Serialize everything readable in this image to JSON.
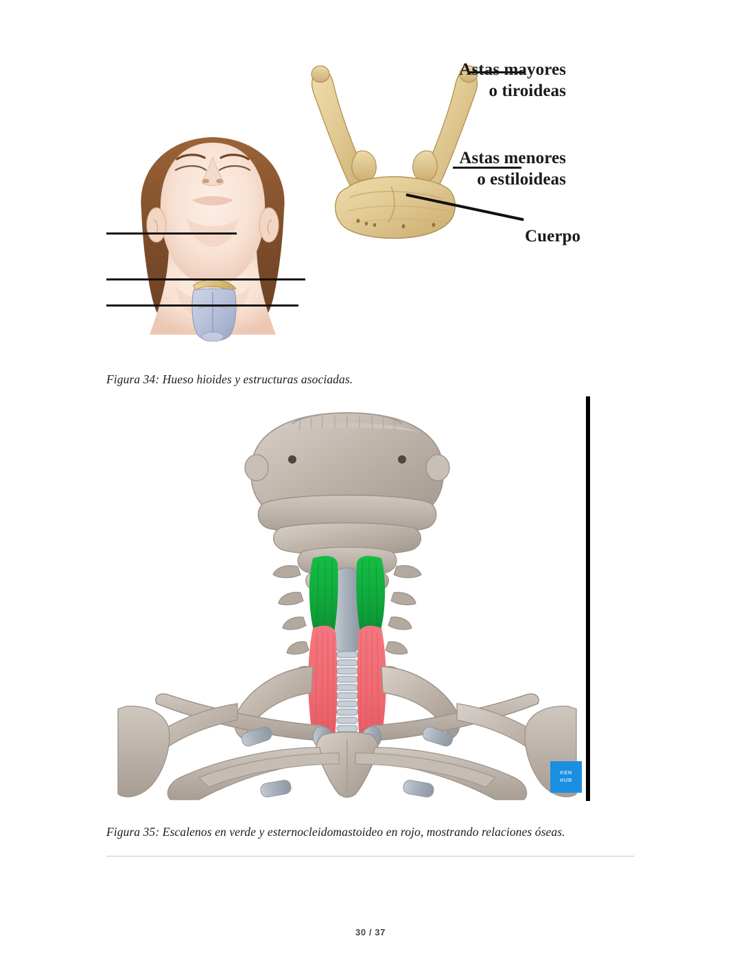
{
  "page": {
    "footer_label": "30 / 37",
    "background_color": "#ffffff"
  },
  "figure34": {
    "caption": "Figura 34: Hueso hioides y estructuras asociadas.",
    "labels": [
      {
        "id": "astas-mayores",
        "text": "Astas mayores\no tiroideas"
      },
      {
        "id": "astas-menores",
        "text": "Astas menores\no estiloideas"
      },
      {
        "id": "cuerpo",
        "text": "Cuerpo"
      }
    ],
    "illustrations": [
      {
        "id": "head-neck",
        "alt": "Cabeza inclinada hacia atrás mostrando cuello, hueso hioides y laringe"
      },
      {
        "id": "hyoid-bone",
        "alt": "Hueso hioides aislado en forma de U"
      }
    ],
    "colors": {
      "bone": "#e2cb95",
      "bone_shadow": "#c9ab6d",
      "skin": "#f6ded2",
      "hair": "#8b5a33",
      "larynx": "#b9c2db",
      "leader_line": "#111111"
    }
  },
  "figure35": {
    "caption": "Figura 35: Escalenos en verde y esternocleidomastoideo en rojo, mostrando relaciones óseas.",
    "illustration": {
      "id": "neck-thorax-skeleton",
      "alt": "Base del cráneo, vértebras cervicales, costillas y clavículas con músculos coloreados"
    },
    "watermark": {
      "line1": "KEN",
      "line2": "HUB",
      "color": "#1a8fe0"
    },
    "colors": {
      "scalene_green": "#10a83c",
      "sternocleidomastoid_red": "#f06a72",
      "bone": "#b8aca2",
      "bone_light": "#d6cec6",
      "cartilage": "#aab4bd",
      "right_bar": "#000000"
    }
  }
}
